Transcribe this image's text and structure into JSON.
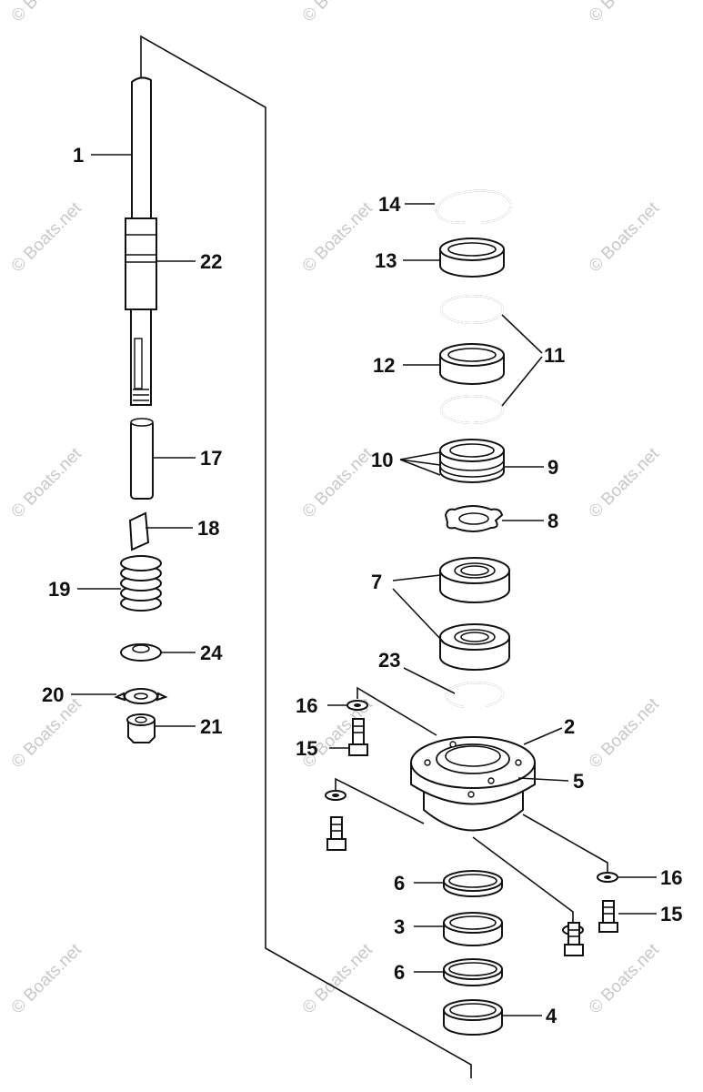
{
  "watermark": "© Boats.net",
  "callouts": {
    "c1": "1",
    "c2": "2",
    "c3": "3",
    "c4": "4",
    "c5": "5",
    "c6a": "6",
    "c6b": "6",
    "c7": "7",
    "c8": "8",
    "c9": "9",
    "c10": "10",
    "c11": "11",
    "c12": "12",
    "c13": "13",
    "c14": "14",
    "c15a": "15",
    "c15b": "15",
    "c16a": "16",
    "c16b": "16",
    "c17": "17",
    "c18": "18",
    "c19": "19",
    "c20": "20",
    "c21": "21",
    "c22": "22",
    "c23": "23",
    "c24": "24"
  }
}
